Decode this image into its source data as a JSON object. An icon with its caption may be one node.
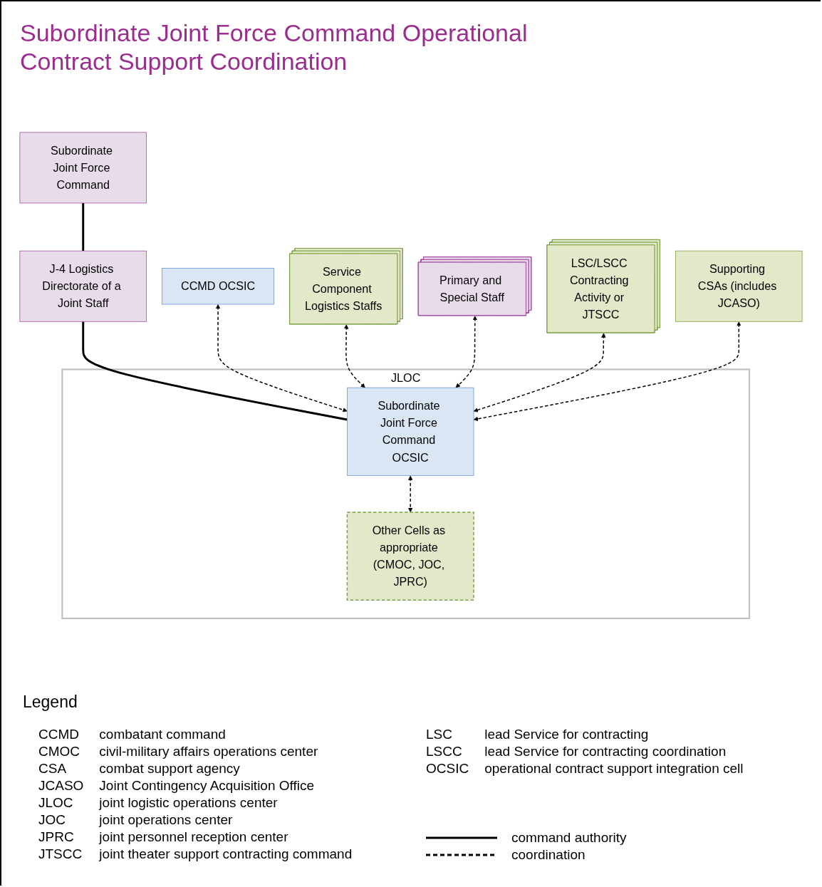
{
  "diagram": {
    "title": "Subordinate Joint Force Command Operational Contract Support Coordination",
    "nodes": [
      {
        "text": [
          "Subordinate Joint Force Command"
        ]
      },
      {
        "text": [
          "CCMD OCSIC"
        ]
      },
      {
        "text": [
          "J-4 Logistics Directorate of a Joint Staff"
        ]
      },
      {
        "text": [
          "Primary and Special Staff"
        ]
      },
      {
        "text": [
          "Service Component Logistics Staffs"
        ]
      },
      {
        "text": [
          "JLOC"
        ]
      },
      {
        "text": [
          "Subordinate Joint Force Command OCSIC"
        ],
        "in": 5
      },
      {
        "text": [
          "LSC/LSCC Contracting Activity or JTSCC"
        ]
      },
      {
        "text": [
          "Other Cells as appropriate (CMOC, JOC, JPRC)"
        ],
        "in": 5
      },
      {
        "text": [
          "Supporting CSAs (includes JCASO)"
        ]
      }
    ],
    "edges": [
      {
        "from": 0,
        "to": 2,
        "arrow": "none"
      },
      {
        "from": 2,
        "to": 6,
        "arrow": "none"
      },
      {
        "from": 1,
        "to": 6,
        "arrow": "both",
        "style": "dashed"
      },
      {
        "from": 4,
        "to": 6,
        "arrow": "both",
        "style": "dashed"
      },
      {
        "from": 3,
        "to": 6,
        "arrow": "both",
        "style": "dashed"
      },
      {
        "from": 7,
        "to": 6,
        "arrow": "both",
        "style": "dashed"
      },
      {
        "from": 6,
        "to": 8,
        "arrow": "both",
        "style": "dashed"
      },
      {
        "from": 9,
        "to": 6,
        "arrow": "both",
        "style": "dashed"
      }
    ],
    "labels": [
      "Legend",
      "CCMD",
      "combatant command",
      "CMOC",
      "civil-military affairs operations center",
      "CSA",
      "combat support agency",
      "JCASO",
      "Joint Contingency Acquisition Office",
      "JLOC",
      "joint logistic operations center",
      "JOC",
      "joint operations center",
      "JPRC",
      "joint personnel reception center",
      "JTSCC",
      "joint theater support contracting command",
      "LSC",
      "lead Service for contracting",
      "LSCC",
      "lead Service for contracting coordination",
      "OCSIC",
      "operational contract support integration cell"
    ],
    "legend": [
      {
        "text": "command authority"
      },
      {
        "text": "coordination"
      }
    ]
  }
}
